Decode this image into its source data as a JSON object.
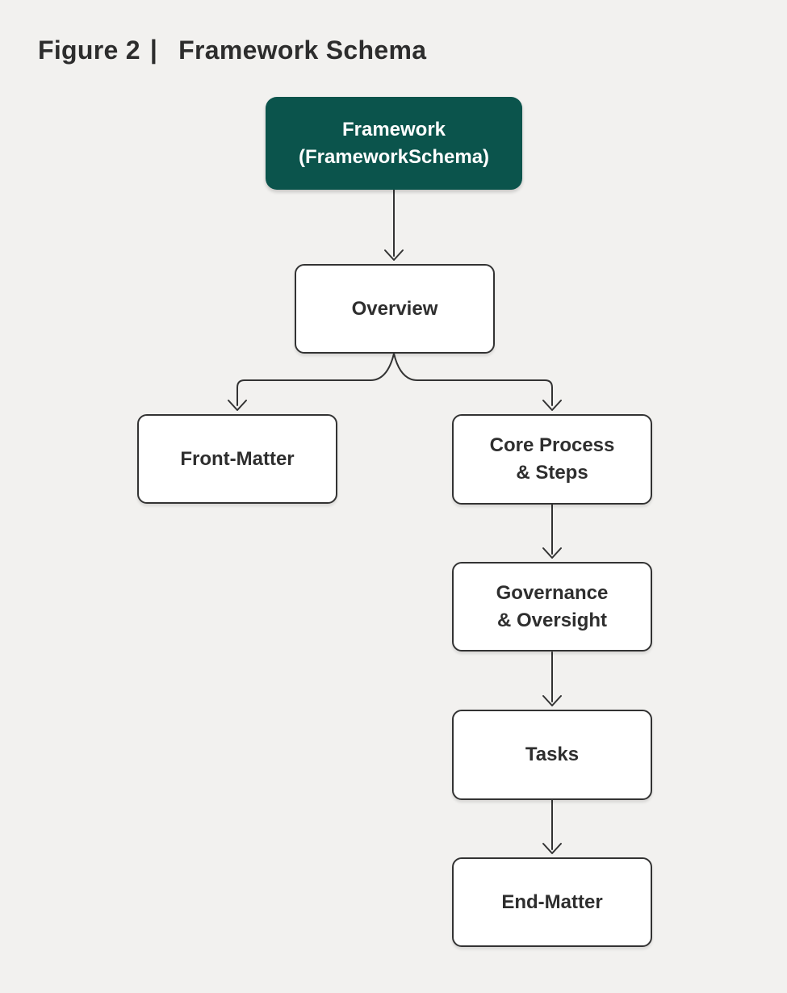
{
  "page": {
    "background_color": "#f2f1ef"
  },
  "header": {
    "figure_label": "Figure 2",
    "separator": "|",
    "title": "Framework Schema"
  },
  "diagram": {
    "type": "flowchart",
    "colors": {
      "root_node_fill": "#0b544c",
      "root_node_text": "#ffffff",
      "node_fill": "#ffffff",
      "node_border": "#333333",
      "node_text": "#2e2e2e",
      "connector": "#333333"
    },
    "nodes": [
      {
        "id": "framework",
        "label": "Framework (FrameworkSchema)",
        "lines": [
          "Framework",
          "(FrameworkSchema)"
        ],
        "style": "root"
      },
      {
        "id": "overview",
        "label": "Overview",
        "lines": [
          "Overview"
        ],
        "style": "default"
      },
      {
        "id": "front-matter",
        "label": "Front-Matter",
        "lines": [
          "Front-Matter"
        ],
        "style": "default"
      },
      {
        "id": "core-process-steps",
        "label": "Core Process & Steps",
        "lines": [
          "Core Process",
          "& Steps"
        ],
        "style": "default"
      },
      {
        "id": "governance-oversight",
        "label": "Governance & Oversight",
        "lines": [
          "Governance",
          "& Oversight"
        ],
        "style": "default"
      },
      {
        "id": "tasks",
        "label": "Tasks",
        "lines": [
          "Tasks"
        ],
        "style": "default"
      },
      {
        "id": "end-matter",
        "label": "End-Matter",
        "lines": [
          "End-Matter"
        ],
        "style": "default"
      }
    ],
    "edges": [
      {
        "from": "framework",
        "to": "overview"
      },
      {
        "from": "overview",
        "to": "front-matter"
      },
      {
        "from": "overview",
        "to": "core-process-steps"
      },
      {
        "from": "core-process-steps",
        "to": "governance-oversight"
      },
      {
        "from": "governance-oversight",
        "to": "tasks"
      },
      {
        "from": "tasks",
        "to": "end-matter"
      }
    ]
  }
}
